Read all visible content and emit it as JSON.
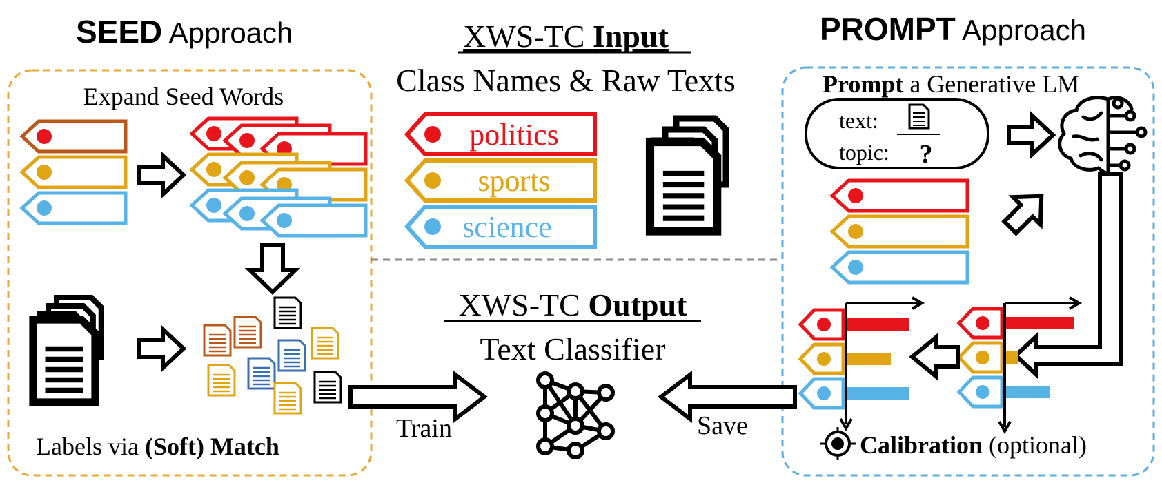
{
  "seed": {
    "title_bold": "SEED",
    "title_rest": " Approach",
    "expand_label": "Expand Seed Words",
    "match_prefix": "Labels via ",
    "match_bold": "(Soft) Match"
  },
  "input": {
    "title_prefix": "XWS-TC ",
    "title_bold": "Input",
    "subtitle": "Class Names & Raw Texts",
    "classes": [
      {
        "label": "politics",
        "color": "#e8141b"
      },
      {
        "label": "sports",
        "color": "#e0a414"
      },
      {
        "label": "science",
        "color": "#57b3e6"
      }
    ]
  },
  "output": {
    "title_prefix": "XWS-TC ",
    "title_bold": "Output",
    "subtitle": "Text Classifier",
    "train_label": "Train",
    "save_label": "Save"
  },
  "prompt": {
    "title_bold": "PROMPT",
    "title_rest": " Approach",
    "header_bold": "Prompt",
    "header_rest": " a Generative LM",
    "text_label": "text:",
    "topic_label": "topic:",
    "unknown_mark": "?",
    "calibration_bold": "Calibration",
    "calibration_rest": " (optional)",
    "bars_before": [
      0.55,
      0.1,
      0.35
    ],
    "bars_after": [
      0.5,
      0.35,
      0.5
    ]
  },
  "colors": {
    "red": "#e8141b",
    "yellow": "#e0a414",
    "blue": "#57b3e6",
    "brown": "#b8581a",
    "seed_border": "#e8a836",
    "prompt_border": "#5aaee0"
  },
  "icons": [
    "document-stack-icon",
    "block-arrow-icon",
    "brain-icon",
    "neural-network-icon",
    "target-icon"
  ]
}
